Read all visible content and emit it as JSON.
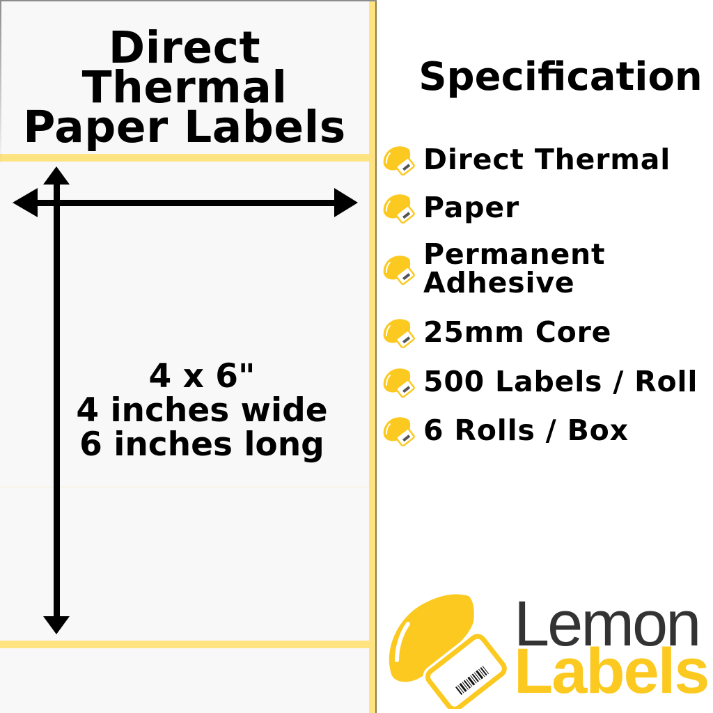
{
  "label_preview": {
    "title_line1": "Direct Thermal",
    "title_line2": "Paper Labels",
    "size_label": "4 x 6\"",
    "width_text": "4 inches wide",
    "length_text": "6 inches long",
    "arrow_icons": [
      "horizontal-double-arrow-icon",
      "vertical-double-arrow-icon"
    ]
  },
  "specification": {
    "heading": "Specification",
    "items": [
      {
        "label": "Direct Thermal",
        "icon": "lemon-label-bullet-icon"
      },
      {
        "label": "Paper",
        "icon": "lemon-label-bullet-icon"
      },
      {
        "label": "Permanent",
        "label_line2": "Adhesive",
        "icon": "lemon-label-bullet-icon"
      },
      {
        "label": "25mm Core",
        "icon": "lemon-label-bullet-icon"
      },
      {
        "label": "500 Labels / Roll",
        "icon": "lemon-label-bullet-icon"
      },
      {
        "label": "6 Rolls / Box",
        "icon": "lemon-label-bullet-icon"
      }
    ]
  },
  "brand": {
    "name_line1": "Lemon",
    "name_line2": "Labels",
    "logo_icon": "lemon-with-barcode-label-icon",
    "colors": {
      "yellow": "#fbc91f",
      "dark": "#333333",
      "stripe": "#ffe381",
      "label_bg": "#f8f8f8"
    }
  }
}
